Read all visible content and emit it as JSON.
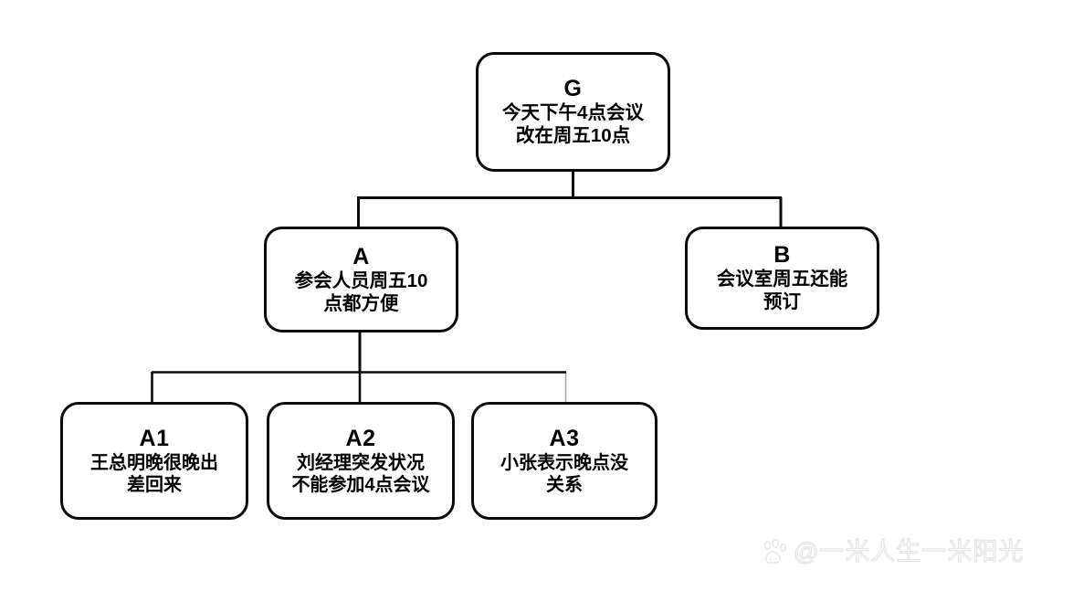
{
  "diagram": {
    "type": "logic-tree",
    "background_color": "#ffffff",
    "node_border_color": "#0a0a0a",
    "node_fill_color": "#ffffff",
    "nodes": [
      {
        "id": "G",
        "title": "G",
        "body": "今天下午4点会议\n改在周五10点"
      },
      {
        "id": "A",
        "title": "A",
        "body": "参会人员周五10\n点都方便"
      },
      {
        "id": "B",
        "title": "B",
        "body": "会议室周五还能\n预订"
      },
      {
        "id": "A1",
        "title": "A1",
        "body": "王总明晚很晚出\n差回来"
      },
      {
        "id": "A2",
        "title": "A2",
        "body": "刘经理突发状况\n不能参加4点会议"
      },
      {
        "id": "A3",
        "title": "A3",
        "body": "小张表示晚点没\n关系"
      }
    ],
    "edges": [
      {
        "from": "G",
        "to": "A"
      },
      {
        "from": "G",
        "to": "B"
      },
      {
        "from": "A",
        "to": "A1"
      },
      {
        "from": "A",
        "to": "A2"
      },
      {
        "from": "A",
        "to": "A3"
      }
    ]
  },
  "watermark": {
    "icon": "baidu-paw-icon",
    "text": "@一米人生一米阳光",
    "color": "#e8e8e8"
  }
}
